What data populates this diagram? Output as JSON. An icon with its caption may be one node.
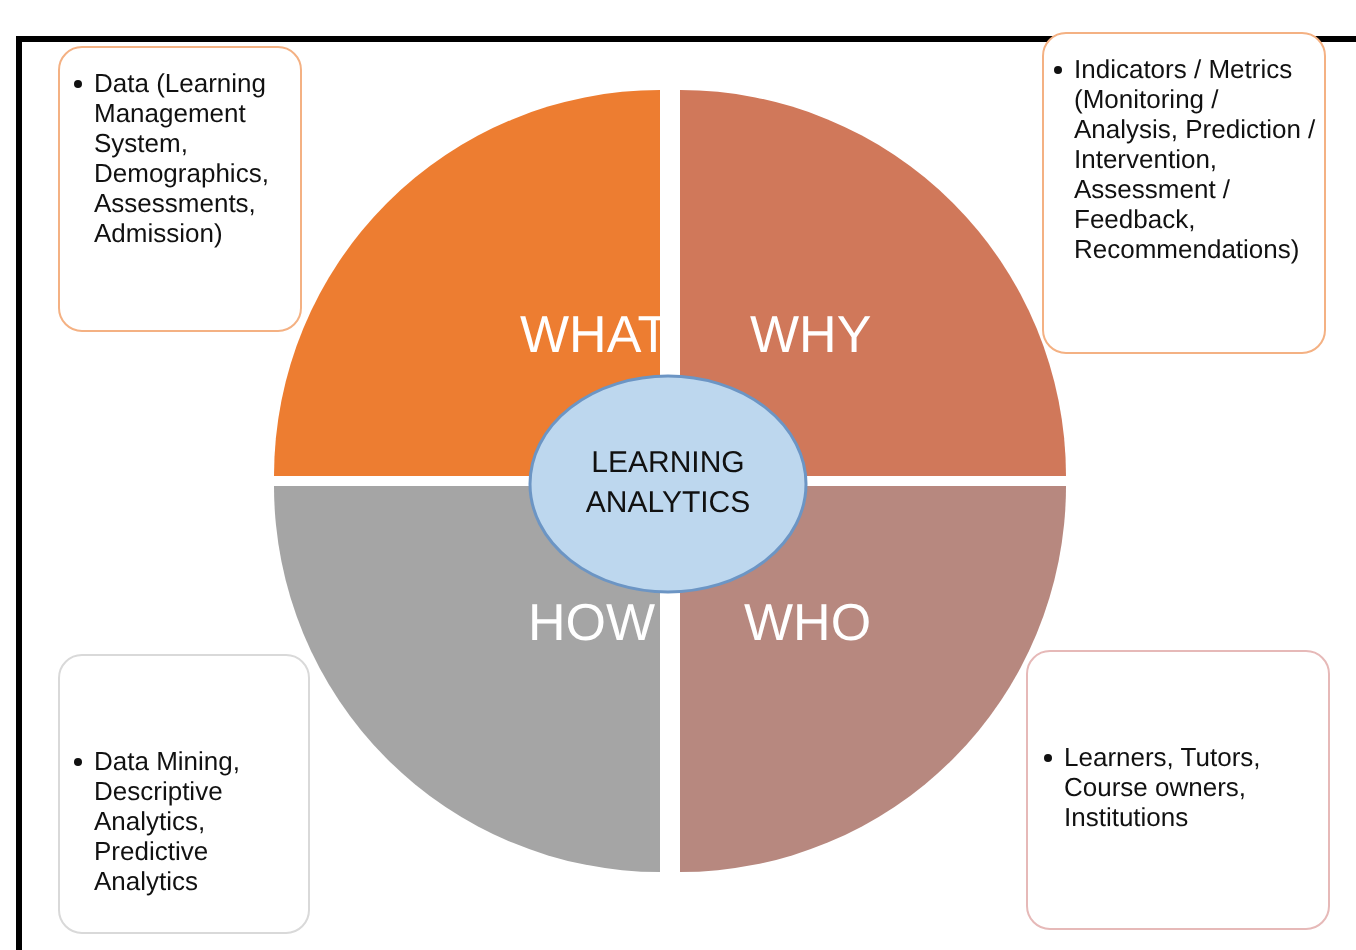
{
  "diagram": {
    "nodes": [
      {
        "text": [
          "Data (Learning Management System, Demographics, Assessments, Admission)"
        ]
      },
      {
        "text": [
          "Indicators / Metrics (Monitoring / Analysis, Prediction / Intervention, Assessment / Feedback, Recommendations)"
        ]
      },
      {
        "text": [
          "WHAT"
        ]
      },
      {
        "text": [
          "WHY"
        ]
      },
      {
        "text": [
          "LEARNING ANALYTICS"
        ]
      },
      {
        "text": [
          "HOW"
        ]
      },
      {
        "text": [
          "WHO"
        ]
      },
      {
        "text": [
          "Data Mining, Descriptive Analytics, Predictive Analytics"
        ]
      },
      {
        "text": [
          "Learners, Tutors, Course owners, Institutions"
        ]
      }
    ]
  }
}
